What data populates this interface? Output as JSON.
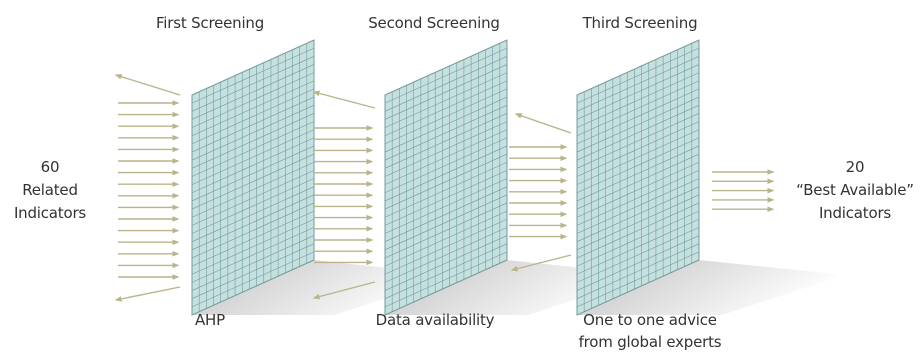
{
  "screenings": [
    {
      "title": "First Screening",
      "method": [
        "AHP"
      ]
    },
    {
      "title": "Second Screening",
      "method": [
        "Data availability"
      ]
    },
    {
      "title": "Third Screening",
      "method": [
        "One to one advice",
        "from global experts"
      ]
    }
  ],
  "input": {
    "count": "60",
    "line1": "Related",
    "line2": "Indicators"
  },
  "output": {
    "count": "20",
    "line1": "“Best Available”",
    "line2": "Indicators"
  },
  "colors": {
    "arrow": "#b9b48a",
    "grid_fill": "#c6e0e0",
    "grid_line": "#6f9c9d",
    "shadow": "#bdbdbd",
    "text": "#333333"
  }
}
